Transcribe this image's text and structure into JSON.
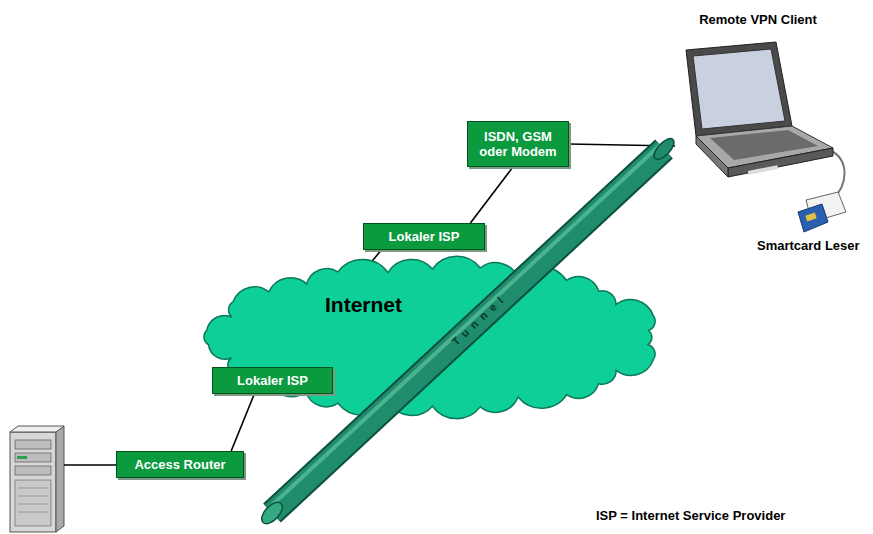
{
  "diagram": {
    "nodes": [
      {
        "text": [
          "Remote VPN Client"
        ]
      },
      {
        "text": [
          "ISDN, GSM oder Modem"
        ]
      },
      {
        "text": [
          "Lokaler ISP"
        ]
      },
      {
        "text": [
          "Internet"
        ]
      },
      {
        "text": [
          "Lokaler ISP"
        ]
      },
      {
        "text": [
          "Access Router"
        ]
      }
    ],
    "edges": [
      {
        "from": 1,
        "to": 0,
        "arrow": "none"
      },
      {
        "from": 2,
        "to": 1,
        "arrow": "none"
      },
      {
        "from": 4,
        "to": 2,
        "arrow": "none"
      },
      {
        "from": 5,
        "to": 4,
        "arrow": "none"
      }
    ],
    "labels": [
      "Tunnel",
      "Smartcard Leser",
      "ISP = Internet Service Provider"
    ]
  }
}
